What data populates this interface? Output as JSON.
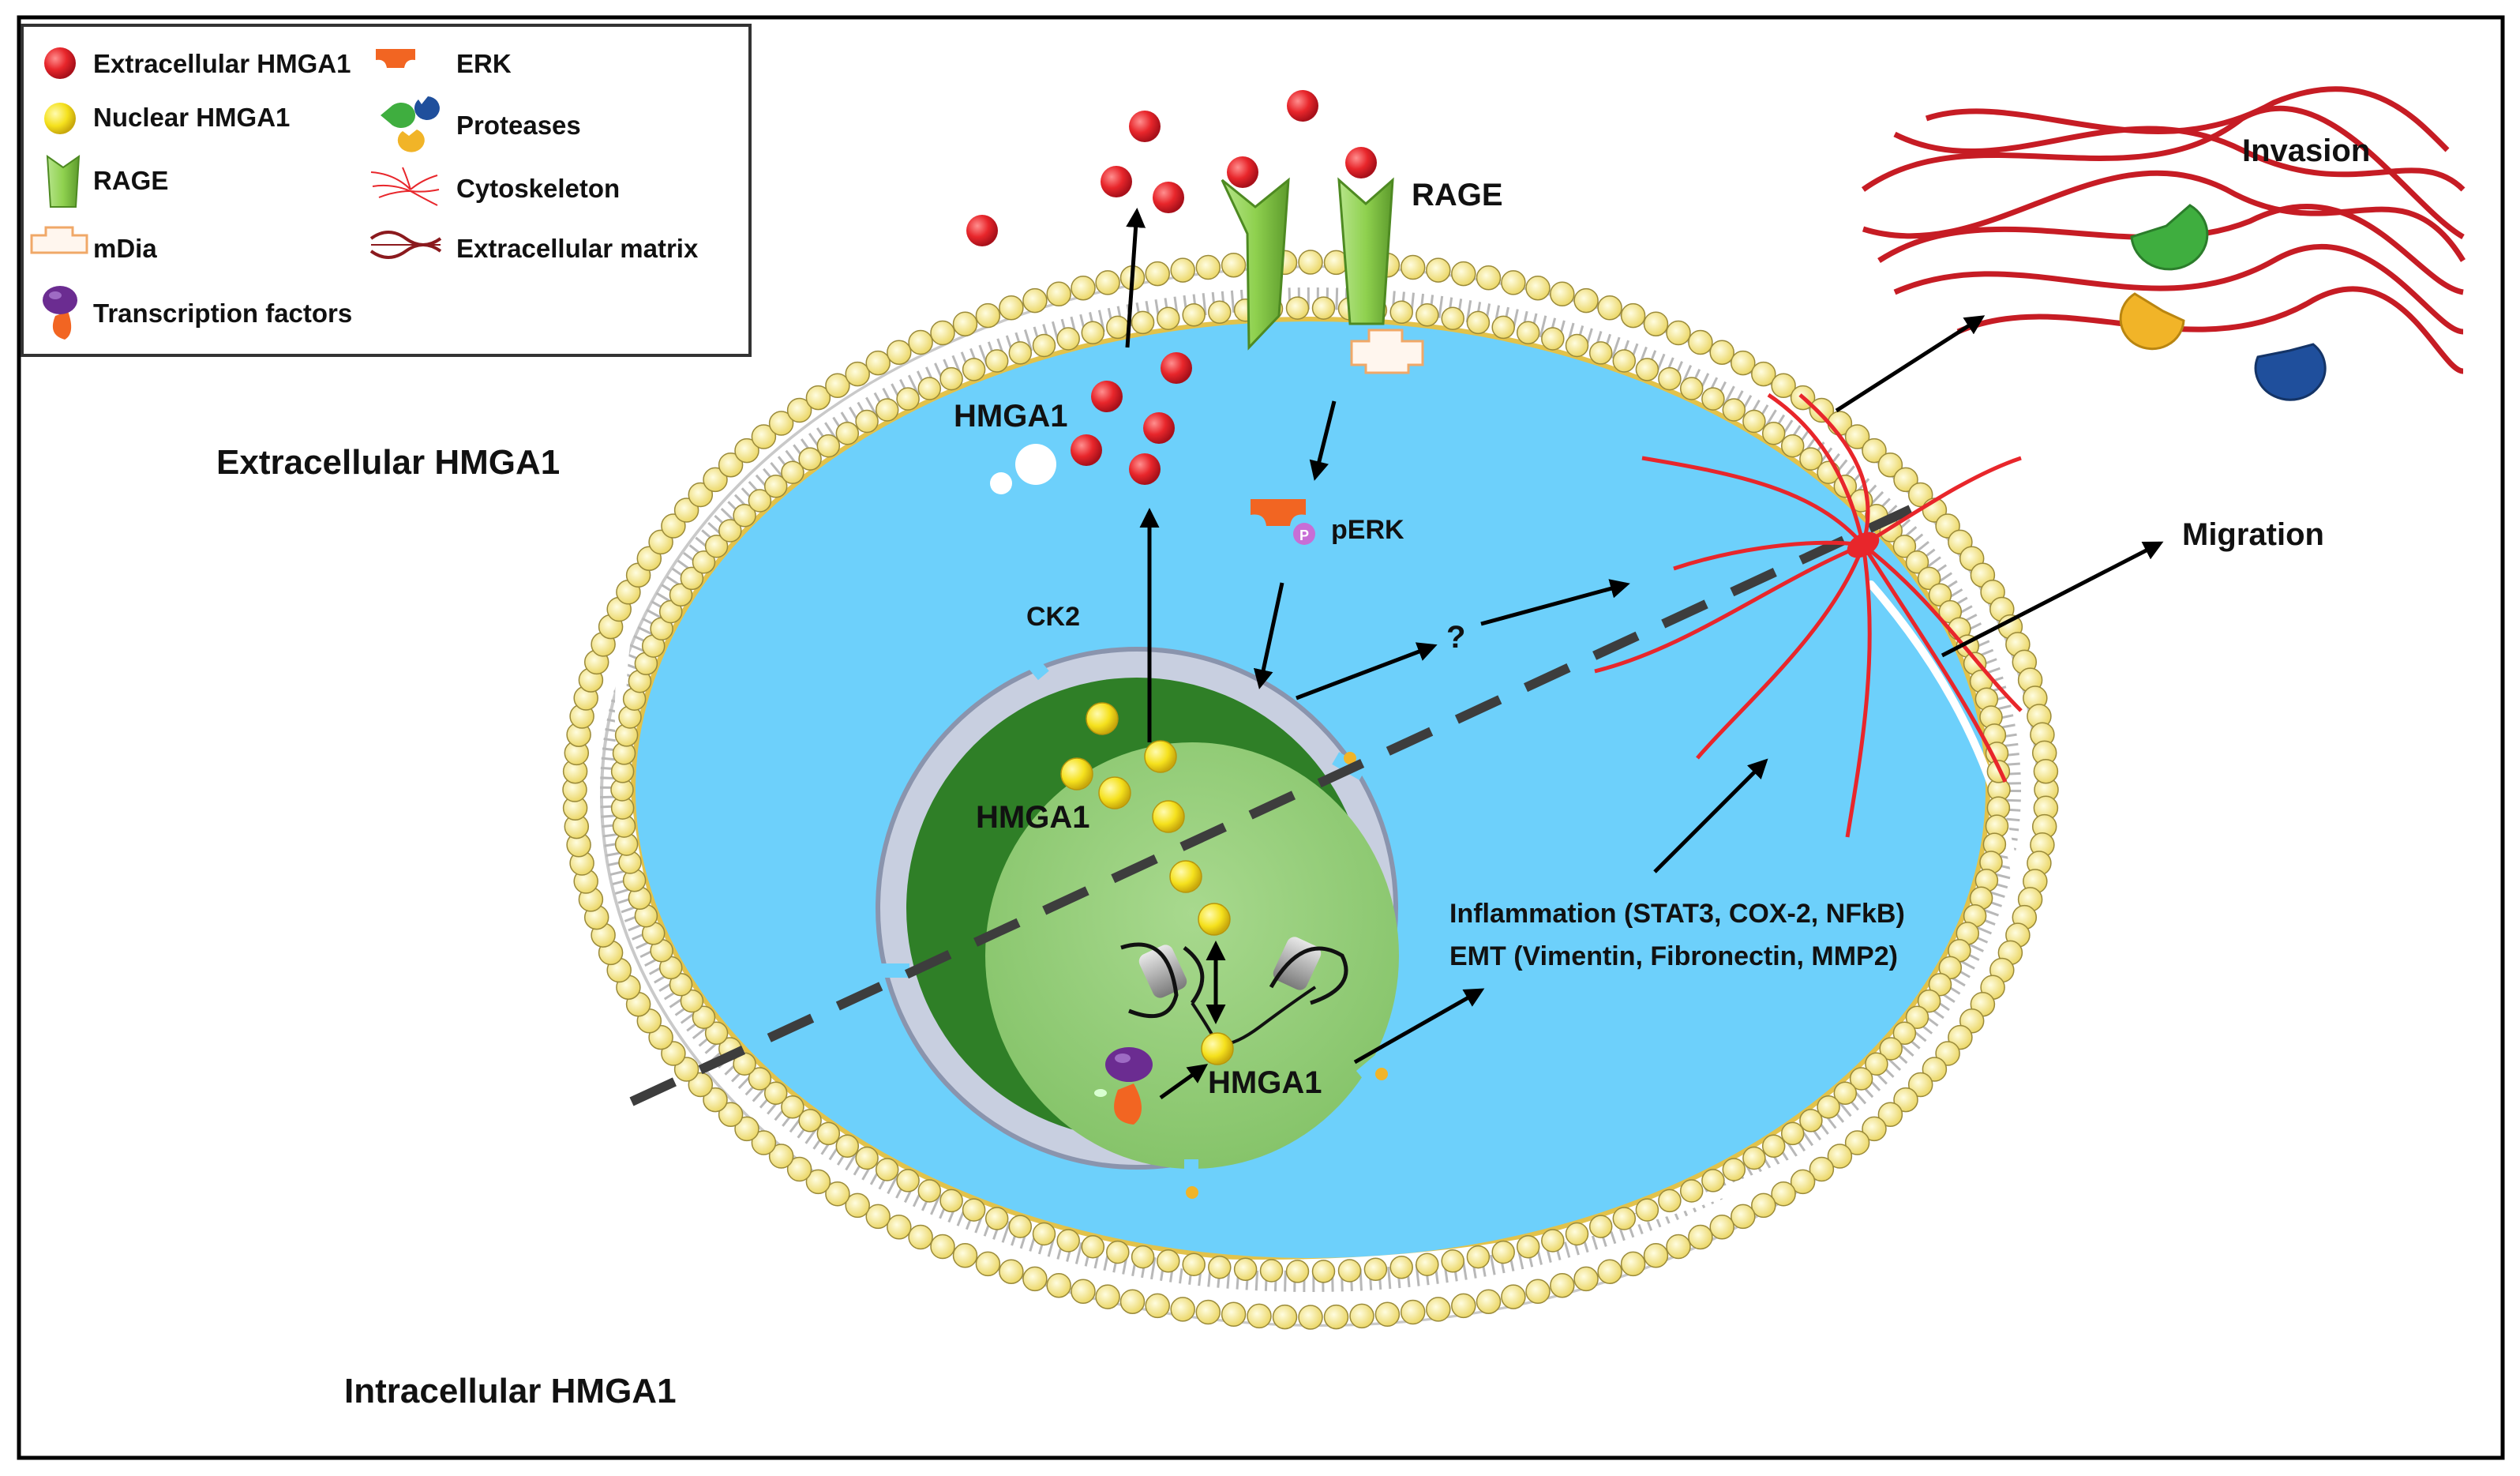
{
  "legend": {
    "items": [
      {
        "label": "Extracellular HMGA1",
        "icon": "red-sphere-icon"
      },
      {
        "label": "Nuclear HMGA1",
        "icon": "yellow-sphere-icon"
      },
      {
        "label": "RAGE",
        "icon": "receptor-icon"
      },
      {
        "label": "mDia",
        "icon": "mdia-icon"
      },
      {
        "label": "Transcription factors",
        "icon": "transcription-factor-icon"
      },
      {
        "label": "ERK",
        "icon": "erk-icon"
      },
      {
        "label": "Proteases",
        "icon": "proteases-icon"
      },
      {
        "label": "Cytoskeleton",
        "icon": "cytoskeleton-icon"
      },
      {
        "label": "Extracellular matrix",
        "icon": "extracellular-matrix-icon"
      }
    ]
  },
  "labels": {
    "extracellular_region": "Extracellular HMGA1",
    "intracellular_region": "Intracellular HMGA1",
    "rage": "RAGE",
    "hmga1_secreted": "HMGA1",
    "hmga1_nuclear": "HMGA1",
    "hmga1_chromatin": "HMGA1",
    "ck2": "CK2",
    "perk": "pERK",
    "phospho": "P",
    "question": "?",
    "inflammation": "Inflammation (STAT3, COX-2, NFkB)",
    "emt": "EMT (Vimentin, Fibronectin, MMP2)",
    "invasion": "Invasion",
    "migration": "Migration"
  },
  "colors": {
    "extracellular_hmga1": "#e8262b",
    "nuclear_hmga1": "#f5e11d",
    "rage": "#8fd14f",
    "cytoplasm": "#6dd0fb",
    "nucleus_outer": "#2f7f27",
    "nucleus_inner": "#92cc79",
    "cytoskeleton": "#e8262b",
    "extracellular_matrix": "#b3191f",
    "erk": "#f26522",
    "membrane_head": "#f9f1a0"
  }
}
